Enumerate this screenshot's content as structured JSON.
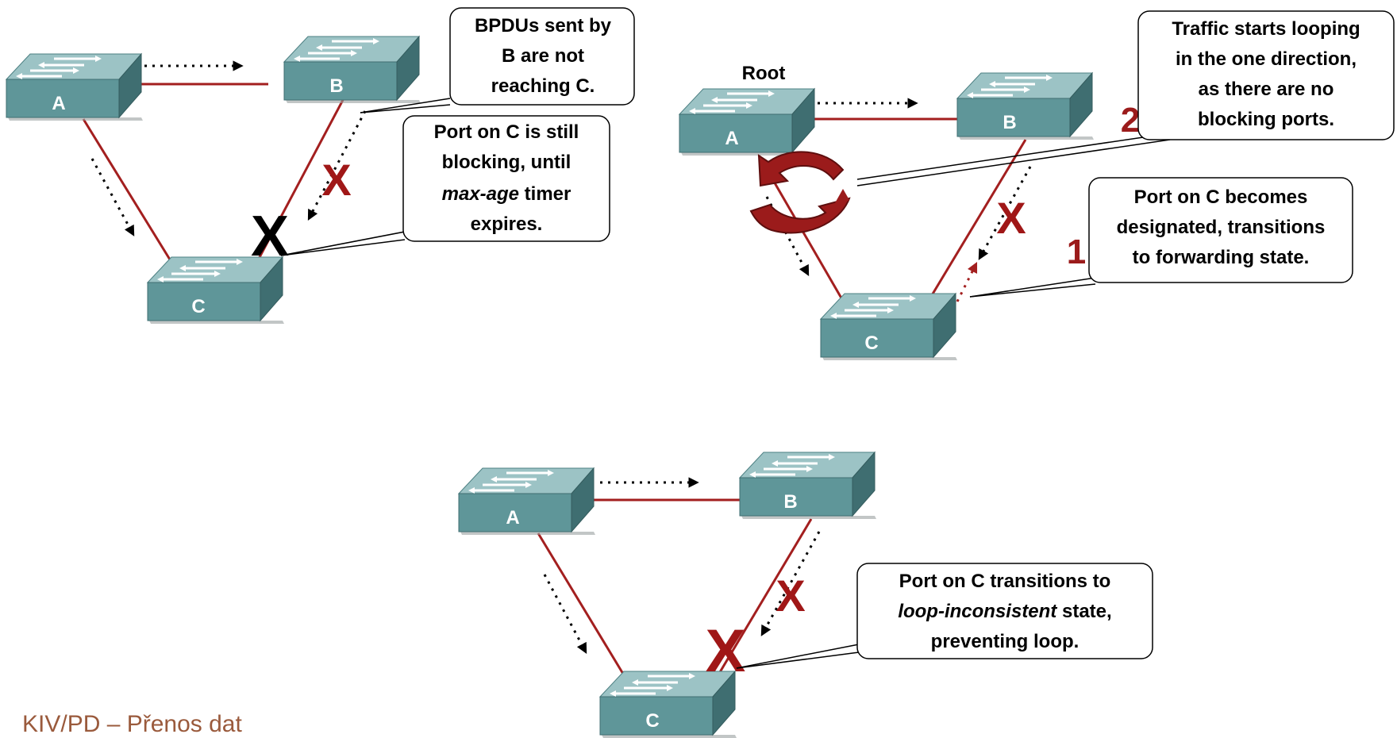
{
  "panel1": {
    "switches": {
      "a": "A",
      "b": "B",
      "c": "C"
    },
    "callout1": [
      "BPDUs sent by",
      "B are not",
      "reaching C."
    ],
    "callout2": {
      "l1": "Port on C is still",
      "l2": "blocking, until",
      "l3_italic": "max-age",
      "l3_rest": " timer",
      "l4": "expires."
    }
  },
  "panel2": {
    "root_label": "Root",
    "switches": {
      "a": "A",
      "b": "B",
      "c": "C"
    },
    "callout1": [
      "Traffic starts looping",
      "in the one direction,",
      "as there are no",
      "blocking ports."
    ],
    "callout2": [
      "Port on C becomes",
      "designated, transitions",
      "to forwarding state."
    ],
    "num1": "1",
    "num2": "2"
  },
  "panel3": {
    "switches": {
      "a": "A",
      "b": "B",
      "c": "C"
    },
    "callout": {
      "l1": "Port on C transitions to",
      "l2_italic": "loop-inconsistent",
      "l2_rest": "  state,",
      "l3": "preventing loop."
    }
  },
  "footer": "KIV/PD – Přenos dat",
  "colors": {
    "link": "#a31f1f",
    "switch_top": "#9cc3c5",
    "switch_front": "#5f9699",
    "switch_side": "#3f6e71",
    "x_red": "#a01717"
  }
}
